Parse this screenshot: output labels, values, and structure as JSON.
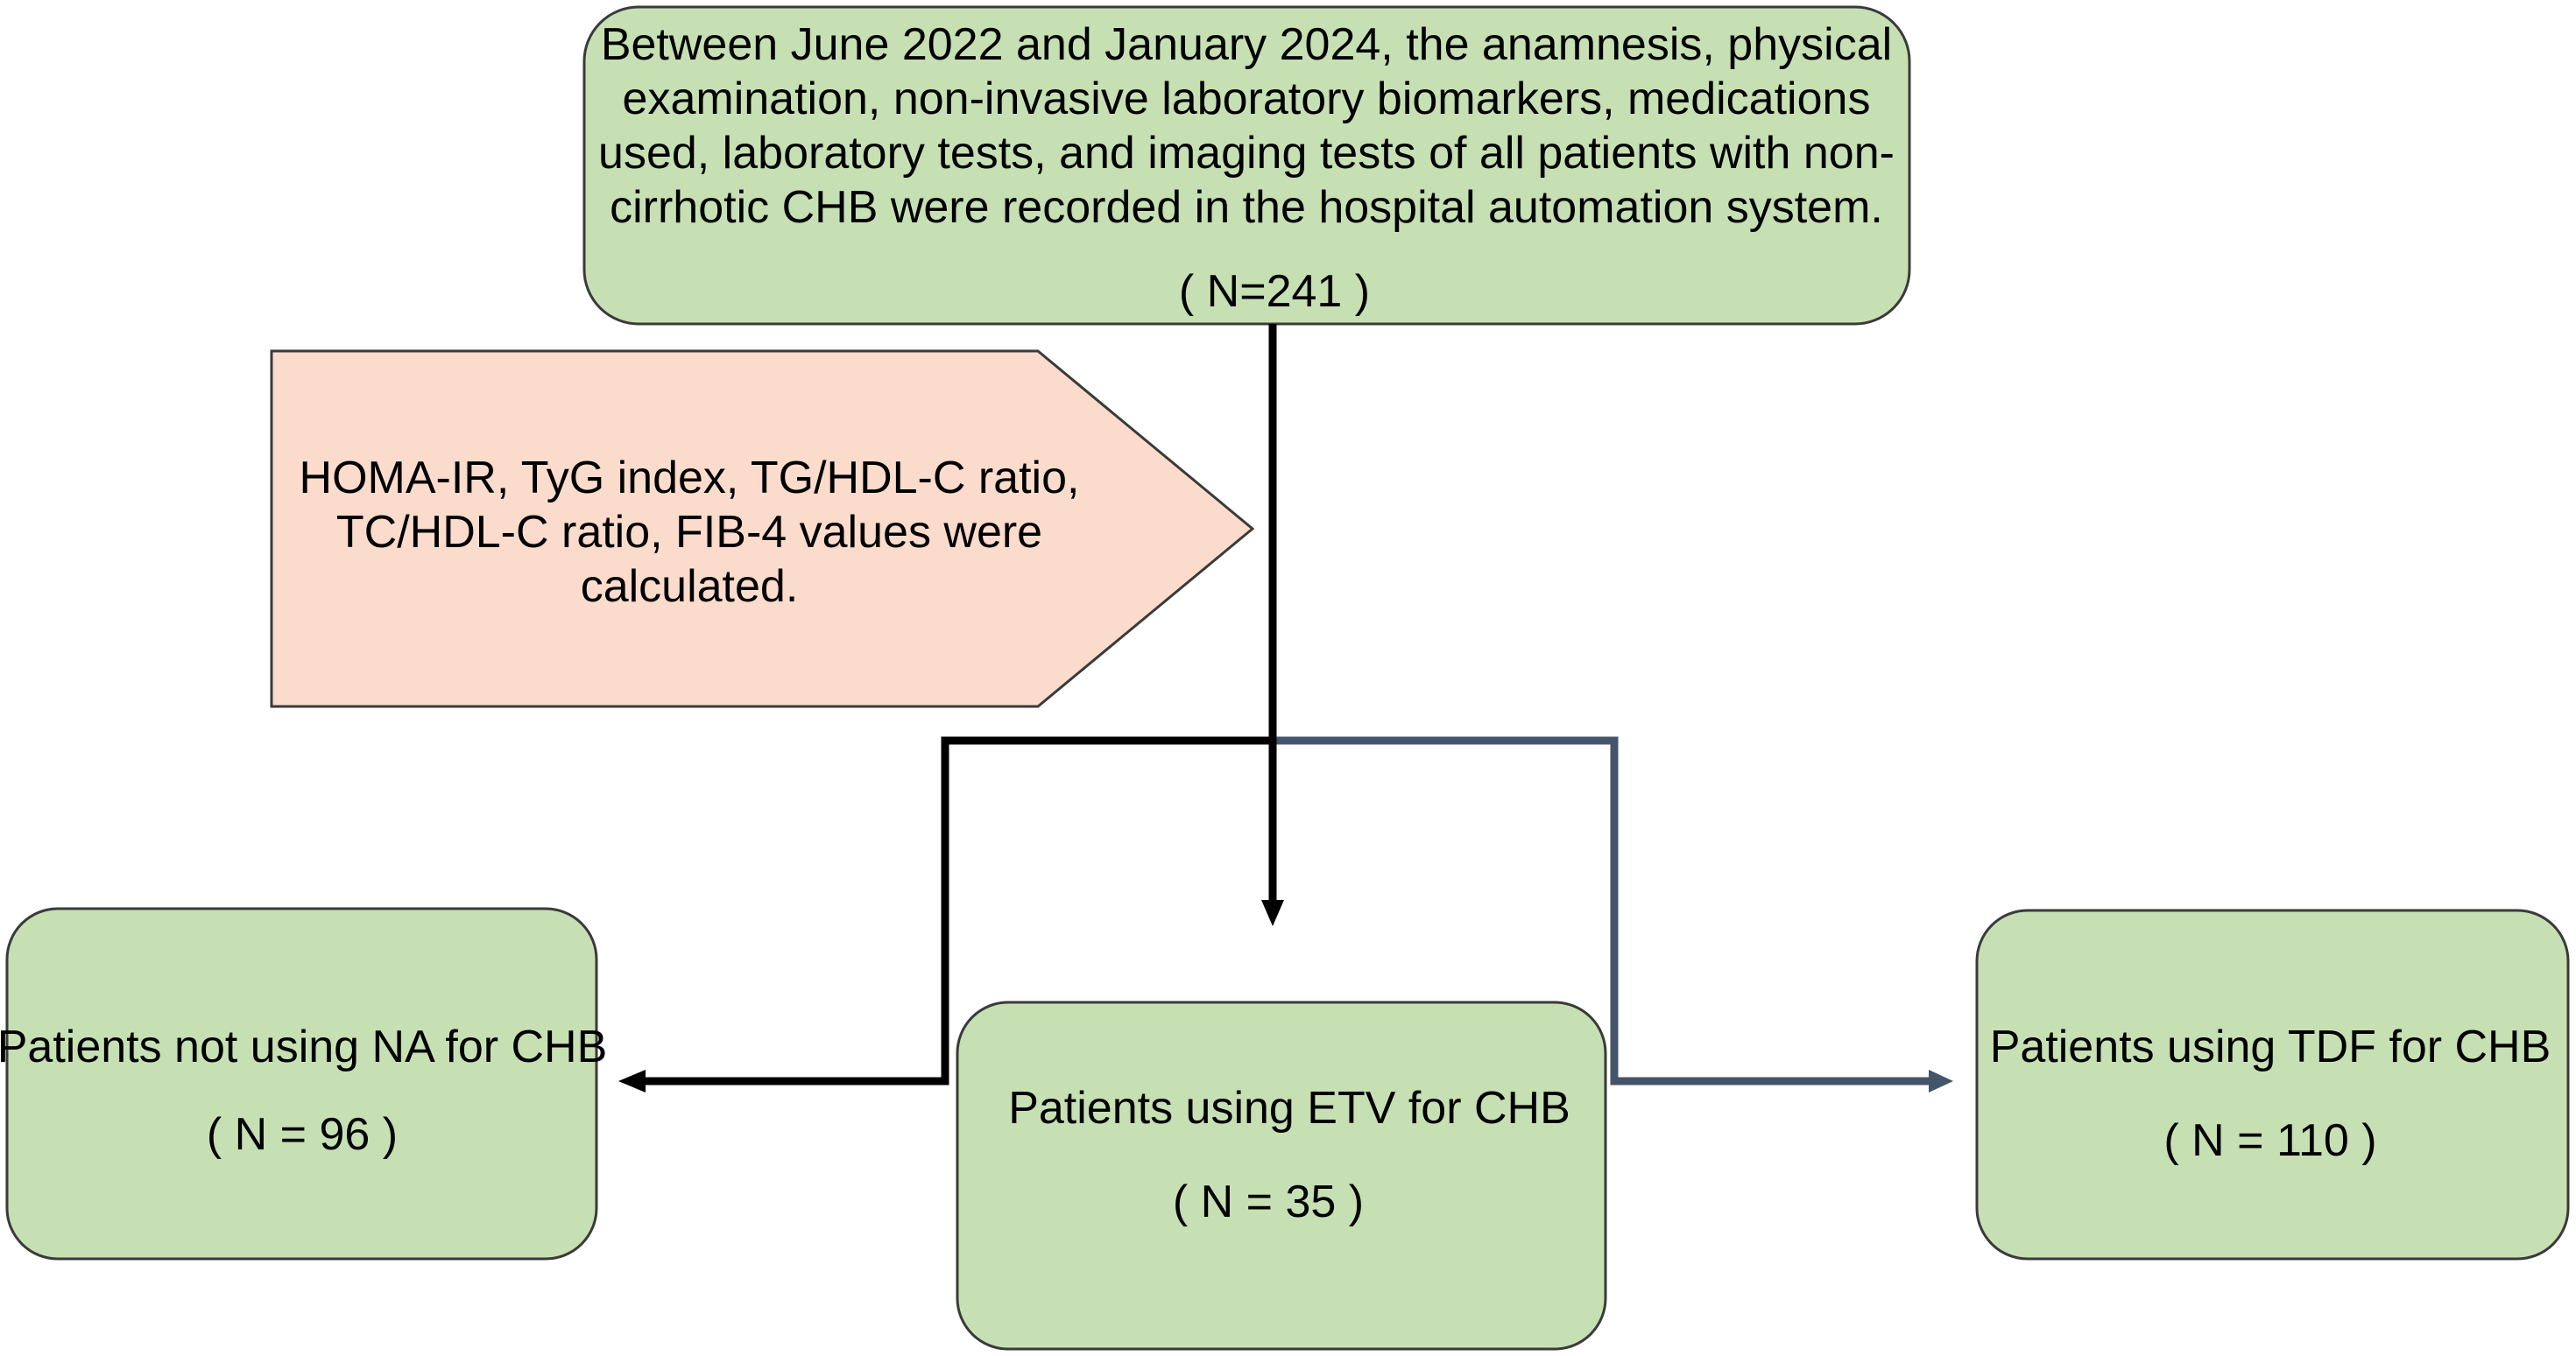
{
  "colors": {
    "box_fill": "#c6e0b4",
    "box_stroke": "#3a3a3a",
    "arrow_fill": "#fbdccc",
    "line_dark": "#000000",
    "line_slate": "#44546a"
  },
  "top_box": {
    "lines": [
      "Between June 2022 and January 2024, the anamnesis, physical",
      "examination, non-invasive laboratory biomarkers, medications",
      "used, laboratory tests, and imaging tests of all patients with non-",
      "cirrhotic CHB were recorded in the hospital automation system."
    ],
    "count": "( N=241 )"
  },
  "note_arrow": {
    "lines": [
      "HOMA-IR, TyG index, TG/HDL-C ratio,",
      "TC/HDL-C ratio, FIB-4 values were",
      "calculated."
    ]
  },
  "left_box": {
    "label": "Patients not using NA for CHB",
    "count": "( N = 96 )"
  },
  "center_box": {
    "label": "Patients using ETV for CHB",
    "count": "( N = 35 )"
  },
  "right_box": {
    "label": "Patients using TDF for CHB",
    "count": "( N = 110 )"
  }
}
